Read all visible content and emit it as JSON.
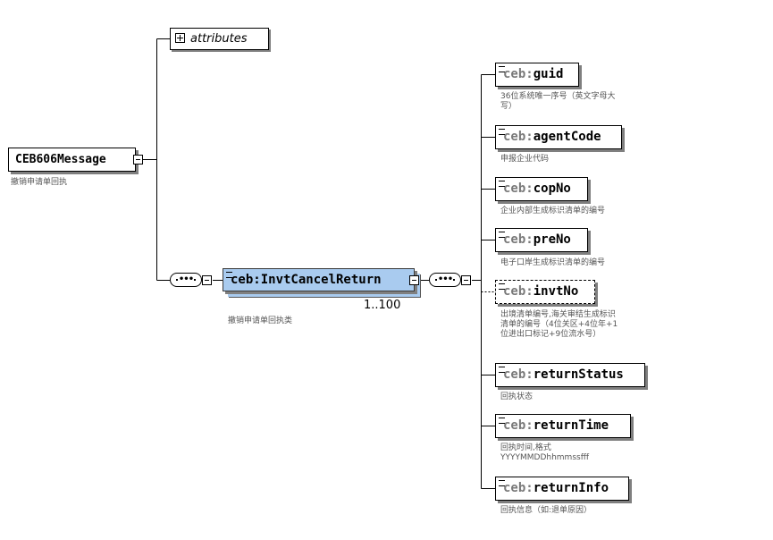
{
  "root": {
    "name": "CEB606Message",
    "description": "撤销申请单回执"
  },
  "attributes": {
    "label": "attributes"
  },
  "inv_cancel_return": {
    "prefix": "ceb:",
    "name": "InvtCancelReturn",
    "cardinality": "1..100",
    "description": "撤销申请单回执类"
  },
  "sequence_symbol": "•••",
  "children": [
    {
      "prefix": "ceb:",
      "name": "guid",
      "description": "36位系统唯一序号（英文字母大写）",
      "optional": false
    },
    {
      "prefix": "ceb:",
      "name": "agentCode",
      "description": "申报企业代码",
      "optional": false
    },
    {
      "prefix": "ceb:",
      "name": "copNo",
      "description": "企业内部生成标识清单的编号",
      "optional": false
    },
    {
      "prefix": "ceb:",
      "name": "preNo",
      "description": "电子口岸生成标识清单的编号",
      "optional": false
    },
    {
      "prefix": "ceb:",
      "name": "invtNo",
      "description": "出境清单编号,海关审结生成标识清单的编号（4位关区+4位年+1位进出口标记+9位流水号）",
      "optional": true
    },
    {
      "prefix": "ceb:",
      "name": "returnStatus",
      "description": "回执状态",
      "optional": false
    },
    {
      "prefix": "ceb:",
      "name": "returnTime",
      "description": "回执时间,格式YYYYMMDDhhmmssfff",
      "optional": false
    },
    {
      "prefix": "ceb:",
      "name": "returnInfo",
      "description": "回执信息（如:退单原因）",
      "optional": false
    }
  ]
}
